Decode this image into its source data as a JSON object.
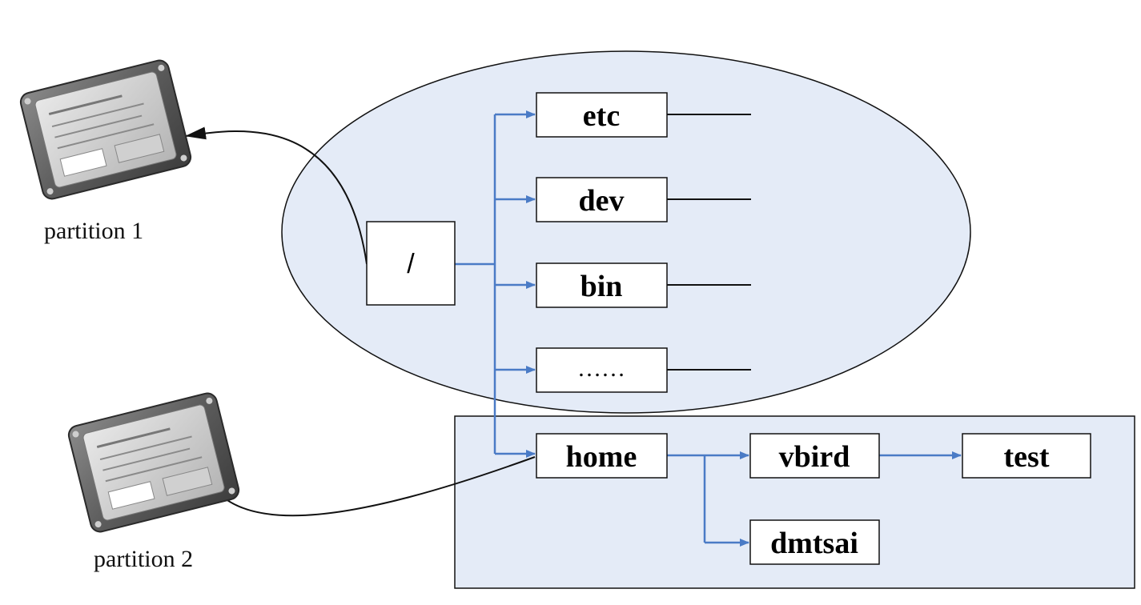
{
  "colors": {
    "region_fill": "#e4ebf7",
    "region_stroke": "#111111",
    "tree_arrow": "#4a7bc6",
    "mount_arrow": "#111111",
    "node_fill": "#ffffff",
    "node_stroke": "#111111"
  },
  "disks": [
    {
      "icon": "hard-disk-icon",
      "caption": "partition 1"
    },
    {
      "icon": "hard-disk-icon",
      "caption": "partition 2"
    }
  ],
  "tree": {
    "root": "/",
    "children": [
      "etc",
      "dev",
      "bin",
      "……",
      "home"
    ],
    "home_children": [
      "vbird",
      "dmtsai"
    ],
    "vbird_children": [
      "test"
    ]
  }
}
